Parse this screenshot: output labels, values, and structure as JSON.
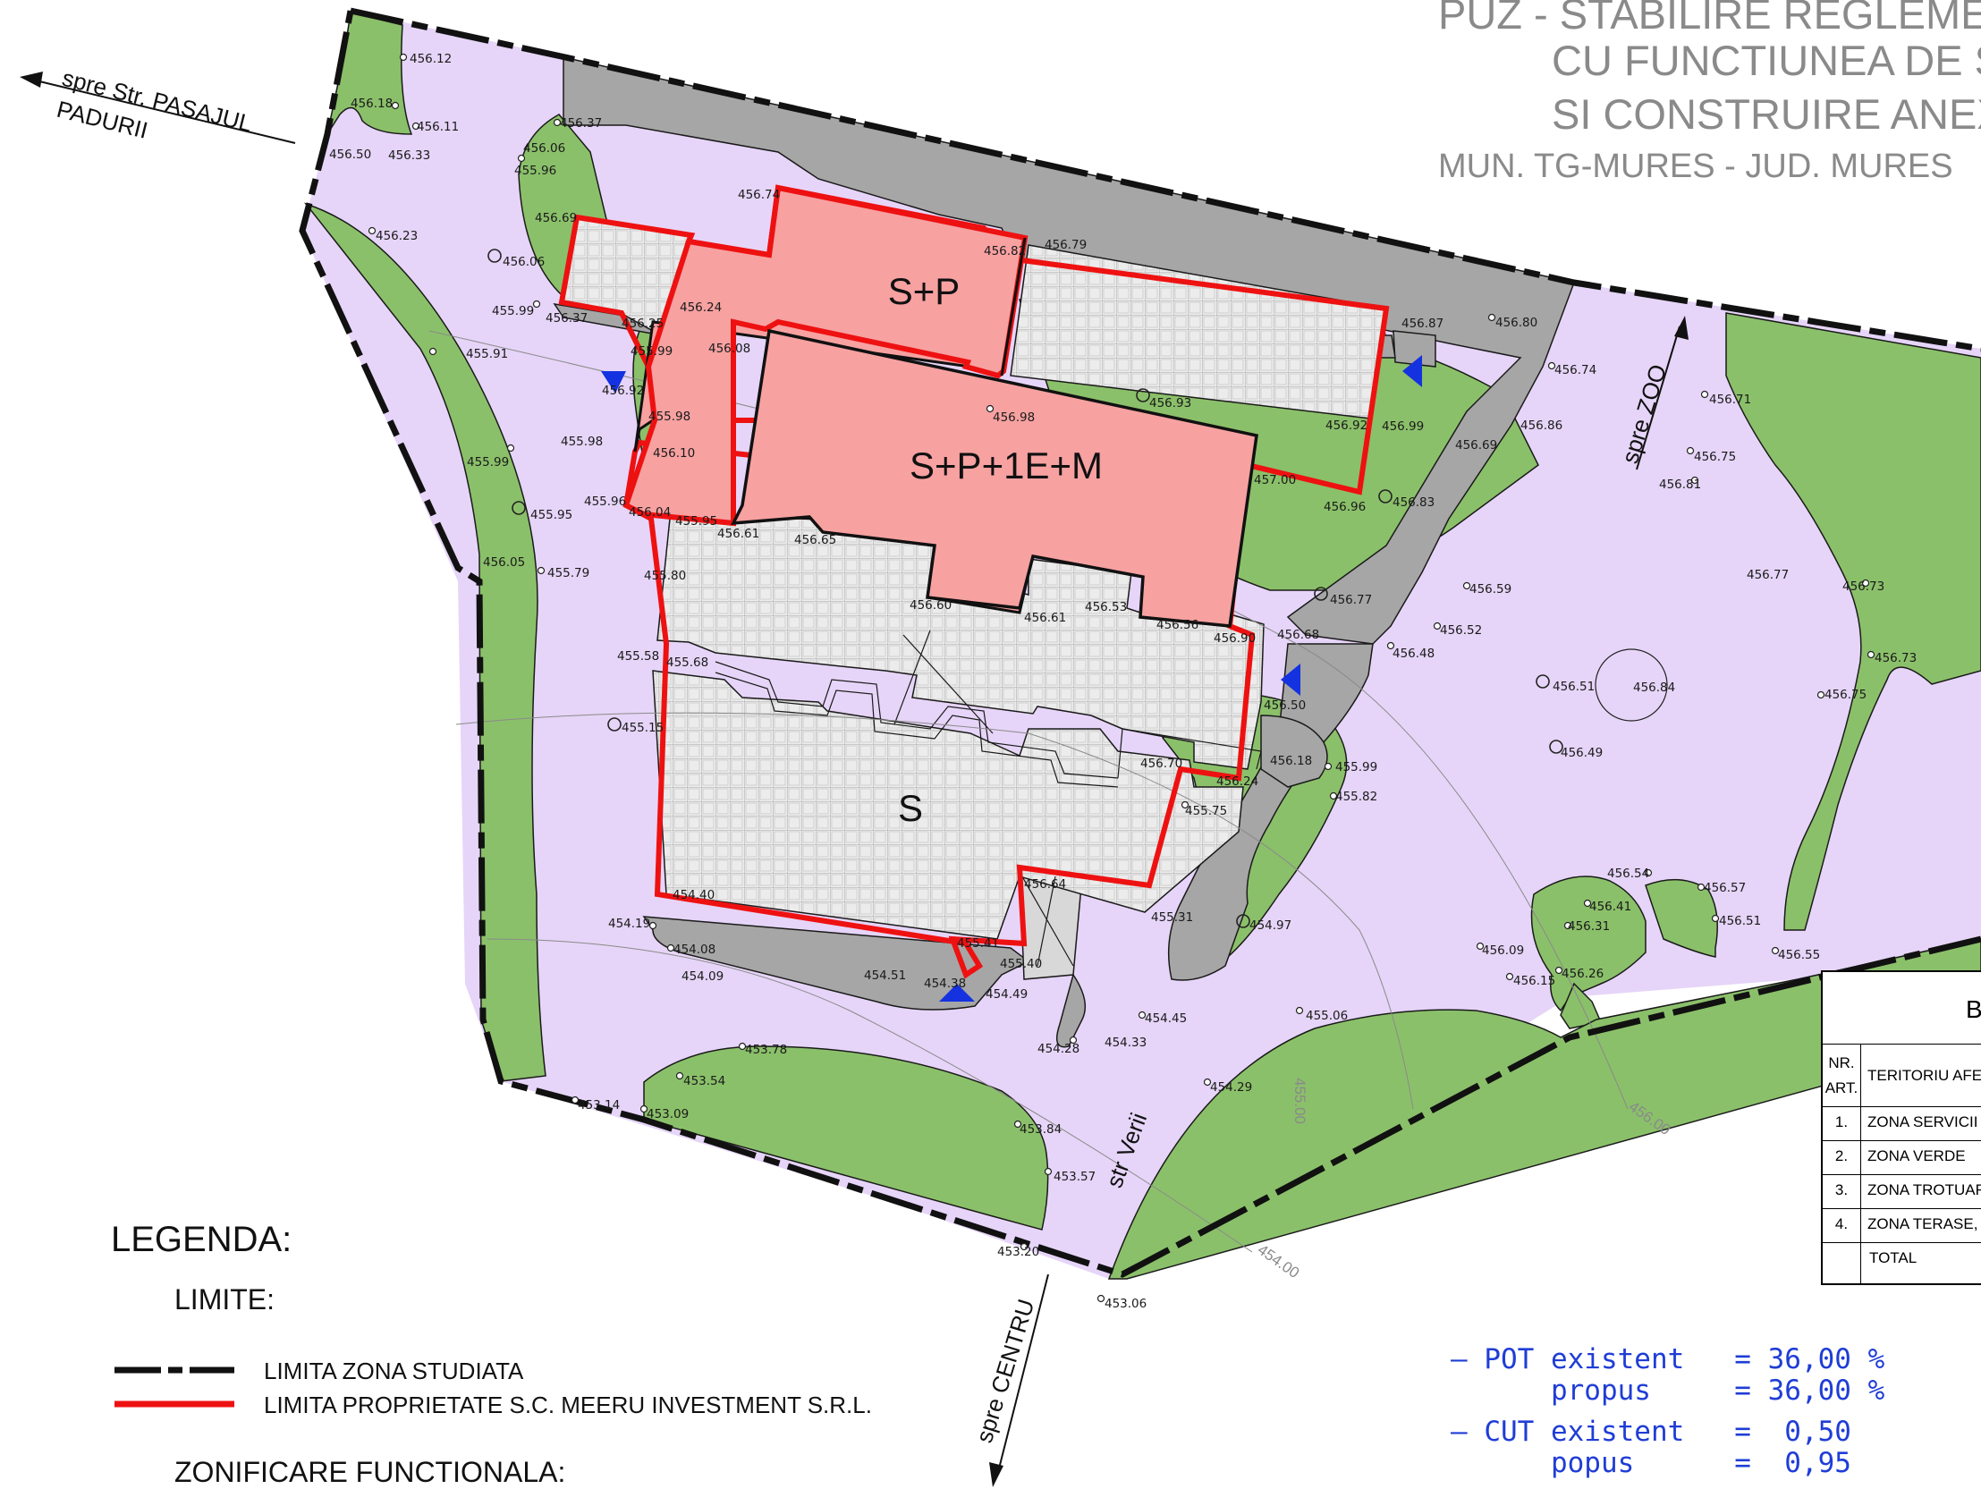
{
  "title": {
    "line1": "PUZ - STABILIRE REGLEMENT",
    "line2": "CU FUNCTIUNEA DE SE",
    "line3": "SI CONSTRUIRE ANEXE",
    "line4": "MUN. TG-MURES - JUD. MURES"
  },
  "directions": {
    "pasajul_1": "spre Str. PASAJUL",
    "pasajul_2": "PADURII",
    "zoo": "spre ZOO",
    "centru": "spre CENTRU",
    "verii": "str Verii"
  },
  "buildings": {
    "sp": "S+P",
    "main": "S+P+1E+M",
    "s": "S"
  },
  "contours": {
    "c456": "456.00",
    "c455": "455.00",
    "c454": "454.00"
  },
  "elevations": [
    "456.12",
    "456.18",
    "456.11",
    "456.50",
    "456.33",
    "456.37",
    "456.06",
    "455.96",
    "456.74",
    "456.69",
    "456.23",
    "456.06",
    "455.99",
    "456.37",
    "456.25",
    "456.24",
    "456.08",
    "455.91",
    "455.99",
    "456.92",
    "455.98",
    "455.98",
    "456.10",
    "455.99",
    "455.96",
    "456.04",
    "455.95",
    "455.95",
    "456.61",
    "456.65",
    "456.05",
    "455.79",
    "455.80",
    "455.58",
    "455.68",
    "455.15",
    "456.79",
    "456.82",
    "456.87",
    "456.80",
    "456.74",
    "456.98",
    "456.93",
    "456.92",
    "456.99",
    "456.69",
    "456.86",
    "457.00",
    "456.96",
    "456.83",
    "456.60",
    "456.61",
    "456.53",
    "456.56",
    "456.90",
    "456.68",
    "456.77",
    "456.59",
    "456.52",
    "456.48",
    "456.50",
    "456.18",
    "455.99",
    "455.82",
    "456.70",
    "456.24",
    "455.75",
    "456.71",
    "456.75",
    "456.81",
    "456.77",
    "456.73",
    "456.73",
    "456.75",
    "456.51",
    "456.84",
    "456.49",
    "454.19",
    "454.40",
    "454.08",
    "454.09",
    "456.64",
    "455.31",
    "454.97",
    "455.41",
    "455.40",
    "454.51",
    "454.38",
    "454.49",
    "454.45",
    "454.28",
    "454.33",
    "455.06",
    "453.78",
    "453.54",
    "453.14",
    "453.09",
    "453.84",
    "453.57",
    "454.29",
    "453.20",
    "453.06",
    "456.54",
    "456.57",
    "456.41",
    "456.31",
    "456.51",
    "456.09",
    "456.15",
    "456.26",
    "456.55"
  ],
  "legend": {
    "title": "LEGENDA:",
    "limite": "LIMITE:",
    "item1": "LIMITA ZONA STUDIATA",
    "item2": "LIMITA PROPRIETATE S.C. MEERU INVESTMENT S.R.L.",
    "zonificare": "ZONIFICARE FUNCTIONALA:"
  },
  "balance_table": {
    "header": "B",
    "col_nr_1": "NR.",
    "col_nr_2": "ART.",
    "col_territory": "TERITORIU AFE",
    "rows": [
      {
        "nr": "1.",
        "label": "ZONA SERVICII"
      },
      {
        "nr": "2.",
        "label": "ZONA VERDE"
      },
      {
        "nr": "3.",
        "label": "ZONA TROTUARI"
      },
      {
        "nr": "4.",
        "label": "ZONA TERASE,"
      }
    ],
    "total": "TOTAL"
  },
  "indicators": {
    "pot_line1": "– POT existent   = 36,00 %",
    "pot_line2": "      propus     = 36,00 %",
    "cut_line1": "– CUT existent   =  0,50",
    "cut_line2": "      popus      =  0,95"
  },
  "colors": {
    "green": "#8bc06a",
    "lilac": "#e6d5f8",
    "road_grey": "#a6a6a6",
    "building_pink": "#f7a1a1",
    "property_red": "#ee1111",
    "indicator_blue": "#1f3dd6"
  }
}
